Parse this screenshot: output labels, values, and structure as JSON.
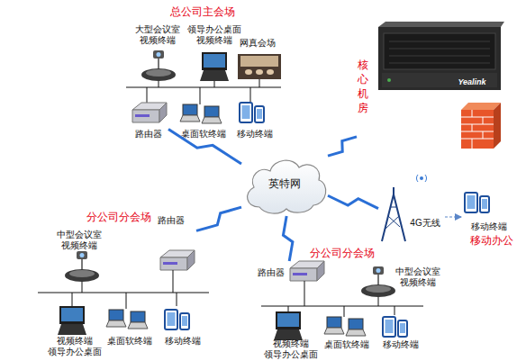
{
  "diagram": {
    "nodes": [
      {
        "text": [
          "总公司主会场"
        ]
      },
      {
        "text": [
          "大型会议室 视频终端"
        ],
        "in": 0
      },
      {
        "text": [
          "领导办公桌面 视频终端"
        ],
        "in": 0
      },
      {
        "text": [
          "网真会场"
        ],
        "in": 0
      },
      {
        "text": [
          "路由器"
        ],
        "in": 0
      },
      {
        "text": [
          "桌面软终端"
        ],
        "in": 0
      },
      {
        "text": [
          "移动终端"
        ],
        "in": 0
      },
      {
        "text": [
          "核心机房"
        ]
      },
      {
        "text": [
          "英特网"
        ]
      },
      {
        "text": [
          "分公司分会场"
        ]
      },
      {
        "text": [
          "中型会议室 视频终端"
        ],
        "in": 9
      },
      {
        "text": [
          "路由器"
        ],
        "in": 9
      },
      {
        "text": [
          "视频终端 领导办公桌面"
        ],
        "in": 9
      },
      {
        "text": [
          "桌面软终端"
        ],
        "in": 9
      },
      {
        "text": [
          "移动终端"
        ],
        "in": 9
      },
      {
        "text": [
          "4G无线"
        ]
      },
      {
        "text": [
          "移动终端",
          "移动办公"
        ]
      },
      {
        "text": [
          "分公司分会场"
        ]
      },
      {
        "text": [
          "路由器"
        ],
        "in": 17
      },
      {
        "text": [
          "中型会议室 视频终端"
        ],
        "in": 17
      },
      {
        "text": [
          "视频终端 领导办公桌面"
        ],
        "in": 17
      },
      {
        "text": [
          "桌面软终端"
        ],
        "in": 17
      },
      {
        "text": [
          "移动终端"
        ],
        "in": 17
      }
    ],
    "edges": [
      {
        "from": 8,
        "to": 4,
        "arrow": "none"
      },
      {
        "from": 8,
        "to": 7,
        "arrow": "none"
      },
      {
        "from": 8,
        "to": 11,
        "arrow": "none"
      },
      {
        "from": 8,
        "to": 18,
        "arrow": "none"
      },
      {
        "from": 8,
        "to": 15,
        "arrow": "none"
      },
      {
        "from": 15,
        "to": 16,
        "arrow": "to"
      }
    ],
    "labels": [
      "Yealink"
    ]
  }
}
